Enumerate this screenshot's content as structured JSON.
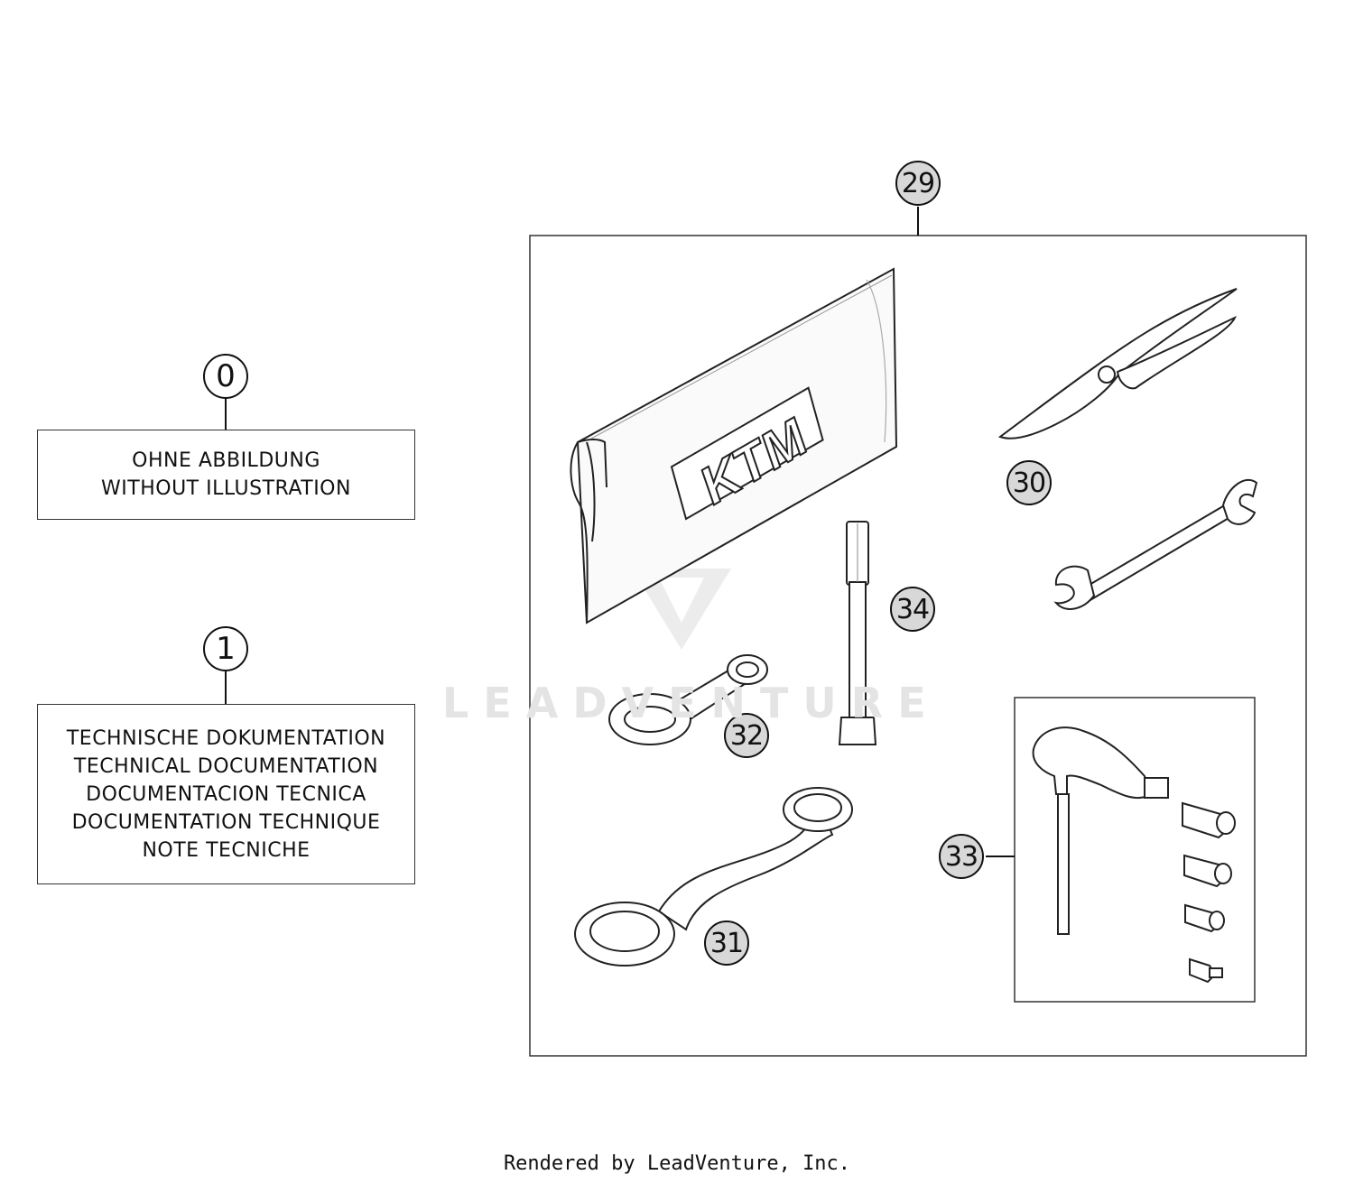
{
  "callouts": {
    "c0": "0",
    "c1": "1",
    "c29": "29",
    "c30": "30",
    "c31": "31",
    "c32": "32",
    "c33": "33",
    "c34": "34"
  },
  "box0": {
    "line1": "OHNE ABBILDUNG",
    "line2": "WITHOUT ILLUSTRATION"
  },
  "box1": {
    "line1": "TECHNISCHE DOKUMENTATION",
    "line2": "TECHNICAL DOCUMENTATION",
    "line3": "DOCUMENTACION TECNICA",
    "line4": "DOCUMENTATION TECHNIQUE",
    "line5": "NOTE TECNICHE"
  },
  "watermark": "LEADVENTURE",
  "logo_text": "KTM",
  "footer": "Rendered by LeadVenture, Inc."
}
